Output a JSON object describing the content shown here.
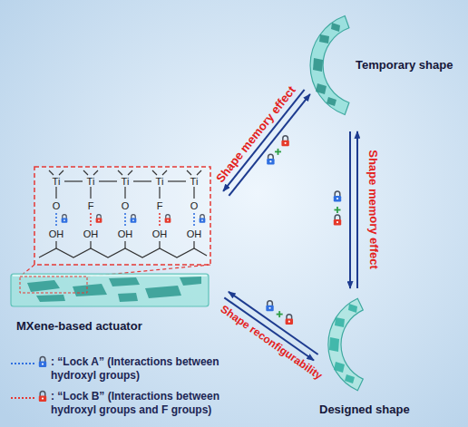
{
  "diagram": {
    "nodes": [
      {
        "text": [
          "MXene-based actuator"
        ]
      },
      {
        "text": [
          "Temporary shape"
        ]
      },
      {
        "text": [
          "Designed shape"
        ]
      }
    ],
    "edges": [
      {
        "from": 0,
        "to": 1,
        "label": "Shape memory effect",
        "arrow": "both"
      },
      {
        "from": 0,
        "to": 2,
        "label": "Shape reconfigurability",
        "arrow": "both"
      },
      {
        "from": 1,
        "to": 2,
        "label": "Shape memory effect",
        "arrow": "both"
      }
    ],
    "labels": [
      "Ti",
      "Ti",
      "Ti",
      "Ti",
      "Ti",
      "O",
      "F",
      "O",
      "F",
      "O",
      "OH",
      "OH",
      "OH",
      "OH",
      "OH"
    ],
    "legend": [
      {
        "text": ": “Lock A” (Interactions between hydroxyl groups)"
      },
      {
        "text": ": “Lock B” (Interactions between hydroxyl groups and F groups)"
      }
    ]
  }
}
